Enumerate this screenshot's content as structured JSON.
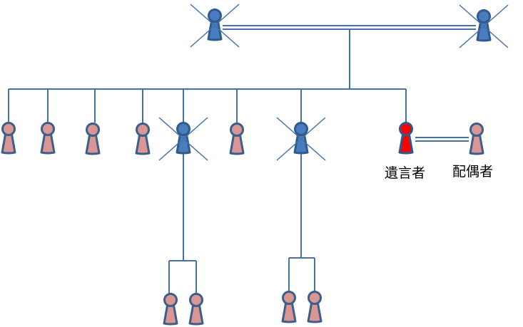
{
  "colors": {
    "line": "#4472a8",
    "deceased_fill": "#4a7dc0",
    "deceased_stroke": "#2f5a8c",
    "living_fill": "#d99694",
    "living_stroke": "#3b5f8a",
    "testator_fill": "#ff0000",
    "testator_stroke": "#2f5a8c",
    "strike": "#4472a8"
  },
  "labels": {
    "testator": "遺言者",
    "spouse": "配偶者"
  },
  "people": [
    {
      "id": "grandfather",
      "status": "deceased",
      "icon": "person-icon"
    },
    {
      "id": "grandmother",
      "status": "deceased",
      "icon": "person-icon"
    },
    {
      "id": "sibling-1",
      "status": "living",
      "icon": "person-icon"
    },
    {
      "id": "sibling-2",
      "status": "living",
      "icon": "person-icon"
    },
    {
      "id": "sibling-3",
      "status": "living",
      "icon": "person-icon"
    },
    {
      "id": "sibling-4",
      "status": "living",
      "icon": "person-icon"
    },
    {
      "id": "sibling-5",
      "status": "deceased",
      "icon": "person-icon"
    },
    {
      "id": "sibling-6",
      "status": "living",
      "icon": "person-icon"
    },
    {
      "id": "sibling-7",
      "status": "deceased",
      "icon": "person-icon"
    },
    {
      "id": "testator",
      "status": "testator",
      "icon": "person-icon"
    },
    {
      "id": "spouse",
      "status": "living",
      "icon": "person-icon"
    },
    {
      "id": "nephew-1",
      "status": "living",
      "icon": "person-icon"
    },
    {
      "id": "nephew-2",
      "status": "living",
      "icon": "person-icon"
    },
    {
      "id": "nephew-3",
      "status": "living",
      "icon": "person-icon"
    },
    {
      "id": "nephew-4",
      "status": "living",
      "icon": "person-icon"
    }
  ]
}
